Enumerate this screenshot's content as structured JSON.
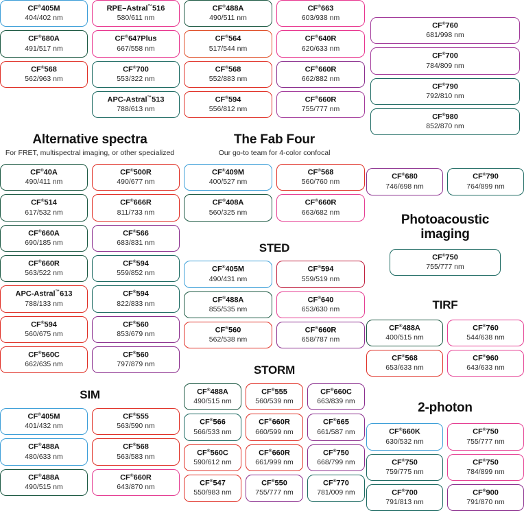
{
  "meta": {
    "reg_mark": "®",
    "unit": "nm",
    "palette": {
      "blue": "#3d9fd8",
      "green": "#1e5a44",
      "teal": "#1d6a62",
      "red": "#e03127",
      "orange": "#e0512b",
      "magenta": "#e8368f",
      "pink": "#e53f93",
      "purple": "#8b2f8e",
      "violet": "#a33b9b",
      "crimson": "#c0203f"
    }
  },
  "top_left": {
    "chips": [
      {
        "name": "CF®405M",
        "spec": "404/402 nm",
        "color": "blue"
      },
      {
        "name": "RPE–Astral™516",
        "spec": "580/611 nm",
        "color": "magenta"
      },
      {
        "name": "CF®680A",
        "spec": "491/517 nm",
        "color": "green"
      },
      {
        "name": "CF®647Plus",
        "spec": "667/558 nm",
        "color": "magenta"
      },
      {
        "name": "CF®568",
        "spec": "562/963 nm",
        "color": "red"
      },
      {
        "name": "CF®700",
        "spec": "553/322 nm",
        "color": "teal"
      },
      {
        "name": "",
        "spec": "",
        "color": "none"
      },
      {
        "name": "APC-Astral™513",
        "spec": "788/613 nm",
        "color": "teal"
      }
    ]
  },
  "top_mid": {
    "chips": [
      {
        "name": "CF®488A",
        "spec": "490/511 nm",
        "color": "green"
      },
      {
        "name": "CF®663",
        "spec": "603/938 nm",
        "color": "magenta"
      },
      {
        "name": "CF®564",
        "spec": "517/544 nm",
        "color": "orange"
      },
      {
        "name": "CF®640R",
        "spec": "620/633 nm",
        "color": "magenta"
      },
      {
        "name": "CF®568",
        "spec": "552/883 nm",
        "color": "red"
      },
      {
        "name": "CF®660R",
        "spec": "662/882 nm",
        "color": "purple"
      },
      {
        "name": "CF®594",
        "spec": "556/812 nm",
        "color": "red"
      },
      {
        "name": "CF®660R",
        "spec": "755/777 nm",
        "color": "violet"
      }
    ]
  },
  "top_right": {
    "chips": [
      {
        "name": "CF®760",
        "spec": "681/998 nm",
        "color": "violet"
      },
      {
        "name": "CF®700",
        "spec": "784/809 nm",
        "color": "violet"
      },
      {
        "name": "CF®790",
        "spec": "792/810 nm",
        "color": "teal"
      },
      {
        "name": "CF®980",
        "spec": "852/870 nm",
        "color": "teal"
      }
    ]
  },
  "alternative_spectra": {
    "title": "Alternative spectra",
    "subtitle": "For FRET, multispectral imaging, or other specialized",
    "chips": [
      {
        "name": "CF®40A",
        "spec": "490/411 nm",
        "color": "green"
      },
      {
        "name": "CF®500R",
        "spec": "490/677 nm",
        "color": "red"
      },
      {
        "name": "CF®514",
        "spec": "617/532 nm",
        "color": "green"
      },
      {
        "name": "CF®666R",
        "spec": "811/733 nm",
        "color": "red"
      },
      {
        "name": "CF®660A",
        "spec": "690/185 nm",
        "color": "green"
      },
      {
        "name": "CF®566",
        "spec": "683/831 nm",
        "color": "purple"
      },
      {
        "name": "CF®660R",
        "spec": "563/522 nm",
        "color": "green"
      },
      {
        "name": "CF®594",
        "spec": "559/852 nm",
        "color": "teal"
      },
      {
        "name": "APC-Astral™613",
        "spec": "788/133 nm",
        "color": "red"
      },
      {
        "name": "CF®594",
        "spec": "822/833 nm",
        "color": "teal"
      },
      {
        "name": "CF®594",
        "spec": "560/675 nm",
        "color": "red"
      },
      {
        "name": "CF®560",
        "spec": "853/679 nm",
        "color": "purple"
      },
      {
        "name": "CF®560C",
        "spec": "662/635 nm",
        "color": "red"
      },
      {
        "name": "CF®560",
        "spec": "797/879 nm",
        "color": "purple"
      }
    ]
  },
  "fab_four": {
    "title": "The Fab Four",
    "subtitle": "Our go-to team for 4-color confocal",
    "chips": [
      {
        "name": "CF®409M",
        "spec": "400/527 nm",
        "color": "blue"
      },
      {
        "name": "CF®568",
        "spec": "560/760 nm",
        "color": "red"
      },
      {
        "name": "CF®408A",
        "spec": "560/325 nm",
        "color": "green"
      },
      {
        "name": "CF®660R",
        "spec": "663/682 nm",
        "color": "pink"
      }
    ]
  },
  "sted": {
    "title": "STED",
    "chips": [
      {
        "name": "CF®405M",
        "spec": "490/431 nm",
        "color": "blue"
      },
      {
        "name": "CF®594",
        "spec": "559/519 nm",
        "color": "crimson"
      },
      {
        "name": "CF®488A",
        "spec": "855/535 nm",
        "color": "green"
      },
      {
        "name": "CF®640",
        "spec": "653/630 nm",
        "color": "pink"
      },
      {
        "name": "CF®560",
        "spec": "562/538 nm",
        "color": "red"
      },
      {
        "name": "CF®660R",
        "spec": "658/787 nm",
        "color": "purple"
      }
    ]
  },
  "sim": {
    "title": "SIM",
    "chips": [
      {
        "name": "CF®405M",
        "spec": "401/432 nm",
        "color": "blue"
      },
      {
        "name": "CF®555",
        "spec": "563/590 nm",
        "color": "red"
      },
      {
        "name": "CF®488A",
        "spec": "480/633 nm",
        "color": "blue"
      },
      {
        "name": "CF®568",
        "spec": "563/583 nm",
        "color": "red"
      },
      {
        "name": "CF®488A",
        "spec": "490/515 nm",
        "color": "green"
      },
      {
        "name": "CF®660R",
        "spec": "643/870 nm",
        "color": "pink"
      }
    ]
  },
  "storm": {
    "title": "STORM",
    "chips": [
      {
        "name": "CF®488A",
        "spec": "490/515 nm",
        "color": "green"
      },
      {
        "name": "CF®555",
        "spec": "560/539 nm",
        "color": "red"
      },
      {
        "name": "CF®660C",
        "spec": "663/839 nm",
        "color": "purple"
      },
      {
        "name": "CF®566",
        "spec": "566/533 nm",
        "color": "teal"
      },
      {
        "name": "CF®660R",
        "spec": "660/599 nm",
        "color": "red"
      },
      {
        "name": "CF®665",
        "spec": "661/587 nm",
        "color": "purple"
      },
      {
        "name": "CF®560C",
        "spec": "590/612 nm",
        "color": "red"
      },
      {
        "name": "CF®660R",
        "spec": "661/999 nm",
        "color": "red"
      },
      {
        "name": "CF®750",
        "spec": "668/799 nm",
        "color": "purple"
      },
      {
        "name": "CF®547",
        "spec": "550/983 nm",
        "color": "red"
      },
      {
        "name": "CF®550",
        "spec": "755/777 nm",
        "color": "purple"
      },
      {
        "name": "CF®770",
        "spec": "781/009 nm",
        "color": "teal"
      }
    ]
  },
  "right_pair": {
    "chips": [
      {
        "name": "CF®680",
        "spec": "746/698 nm",
        "color": "purple"
      },
      {
        "name": "CF®790",
        "spec": "764/899 nm",
        "color": "teal"
      }
    ]
  },
  "photoacoustic": {
    "title": "Photoacoustic imaging",
    "title_line1": "Photoacoustic",
    "title_line2": "imaging",
    "chips": [
      {
        "name": "CF®750",
        "spec": "755/777 nm",
        "color": "teal"
      }
    ]
  },
  "tirf": {
    "title": "TIRF",
    "chips": [
      {
        "name": "CF®488A",
        "spec": "400/515 nm",
        "color": "green"
      },
      {
        "name": "CF®760",
        "spec": "544/638 nm",
        "color": "pink"
      },
      {
        "name": "CF®568",
        "spec": "653/633 nm",
        "color": "red"
      },
      {
        "name": "CF®960",
        "spec": "643/633 nm",
        "color": "pink"
      }
    ]
  },
  "two_photon": {
    "title": "2-photon",
    "chips": [
      {
        "name": "CF®660K",
        "spec": "630/532 nm",
        "color": "blue"
      },
      {
        "name": "CF®750",
        "spec": "755/777 nm",
        "color": "pink"
      },
      {
        "name": "CF®750",
        "spec": "759/775 nm",
        "color": "teal"
      },
      {
        "name": "CF®750",
        "spec": "784/899 nm",
        "color": "pink"
      },
      {
        "name": "CF®700",
        "spec": "791/813 nm",
        "color": "teal"
      },
      {
        "name": "CF®900",
        "spec": "791/870 nm",
        "color": "purple"
      }
    ]
  }
}
